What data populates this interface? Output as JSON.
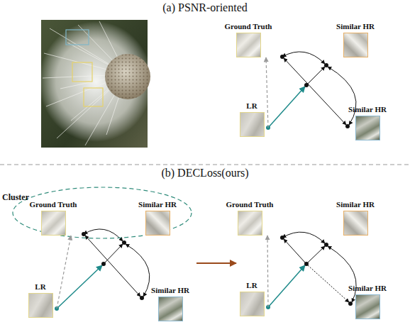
{
  "diagram": {
    "nodes": [
      {
        "text": [
          "Ground Truth"
        ]
      },
      {
        "text": [
          "Similar HR"
        ]
      },
      {
        "text": [
          "LR"
        ]
      },
      {
        "text": [
          "Similar HR"
        ]
      },
      {
        "text": [
          "Cluster"
        ]
      },
      {
        "text": [
          "Ground Truth"
        ],
        "in": 4
      },
      {
        "text": [
          "Similar HR"
        ],
        "in": 4
      },
      {
        "text": [
          "LR"
        ]
      },
      {
        "text": [
          "Similar HR"
        ]
      },
      {
        "text": [
          "Ground Truth"
        ]
      },
      {
        "text": [
          "Similar HR"
        ]
      },
      {
        "text": [
          "LR"
        ]
      },
      {
        "text": [
          "Similar HR"
        ]
      }
    ],
    "edges": [
      {
        "from": 2,
        "to": 0,
        "arrow": "to"
      },
      {
        "from": 7,
        "to": 5,
        "arrow": "to"
      },
      {
        "from": 11,
        "to": 9,
        "arrow": "to"
      }
    ],
    "labels": [
      "(a) PSNR-oriented",
      "(b) DECLoss(ours)"
    ]
  }
}
